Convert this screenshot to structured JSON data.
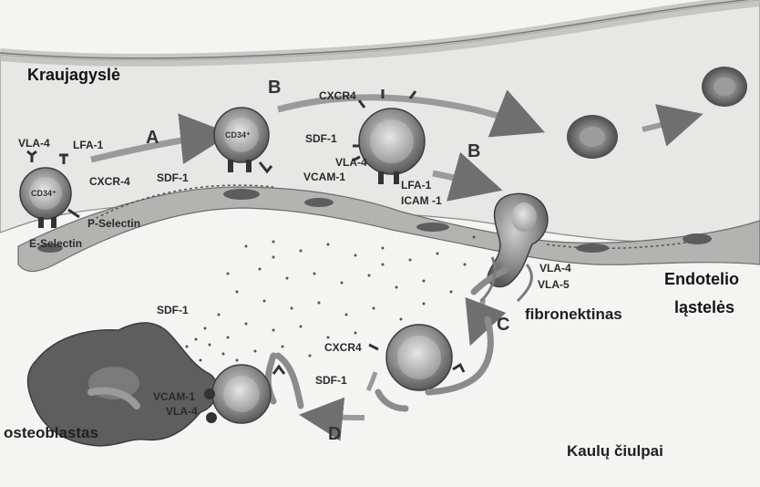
{
  "titles": {
    "vessel": "Kraujagyslė",
    "endothelial_line1": "Endotelio",
    "endothelial_line2": "ląstelės",
    "fibronectin": "fibronektinas",
    "osteoblast": "osteoblastas",
    "bone_marrow": "Kaulų čiulpai"
  },
  "steps": {
    "a": "A",
    "b1": "B",
    "b2": "B",
    "c": "C",
    "d": "D"
  },
  "molecules": {
    "vla4_left": "VLA-4",
    "lfa1_left": "LFA-1",
    "cd34_left": "CD34⁺",
    "cxcr4_left": "CXCR-4",
    "sdf1_left": "SDF-1",
    "p_selectin": "P-Selectin",
    "e_selectin": "E-Selectin",
    "cd34_mid": "CD34⁺",
    "cxcr4_top": "CXCR4",
    "sdf1_mid": "SDF-1",
    "vla4_mid": "VLA-4",
    "vcam1_mid": "VCAM-1",
    "lfa1_mid": "LFA-1",
    "icam1_mid": "ICAM -1",
    "vla4_right": "VLA-4",
    "vla5_right": "VLA-5",
    "sdf1_marrow": "SDF-1",
    "cxcr4_bottom": "CXCR4",
    "sdf1_bottom": "SDF-1",
    "vcam1_bottom": "VCAM-1",
    "vla4_bottom": "VLA-4"
  }
}
